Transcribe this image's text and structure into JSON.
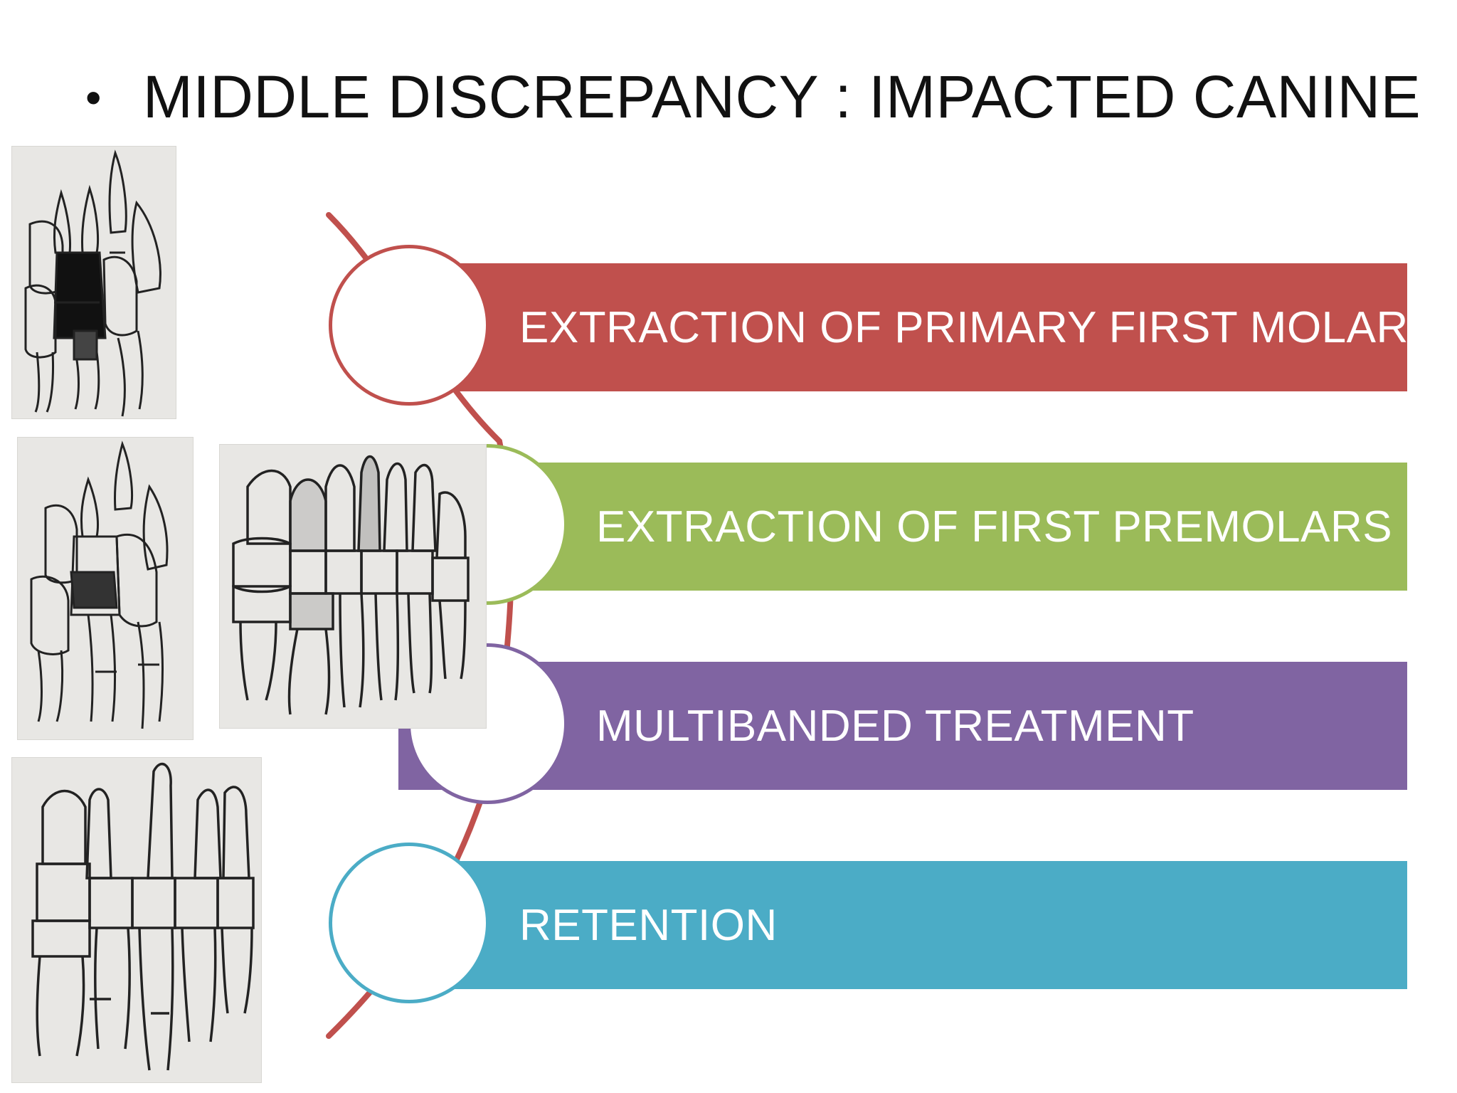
{
  "title": "MIDDLE DISCREPANCY : IMPACTED CANINE",
  "steps": [
    {
      "label": "EXTRACTION OF PRIMARY FIRST MOLARS",
      "color": "#c0504d"
    },
    {
      "label": "EXTRACTION OF FIRST PREMOLARS",
      "color": "#9bbb59"
    },
    {
      "label": "MULTIBANDED TREATMENT",
      "color": "#8064a2"
    },
    {
      "label": "RETENTION",
      "color": "#4bacc6"
    }
  ],
  "connector_color": "#c0504d",
  "images": [
    {
      "name": "tooth-diagram-mixed-dentition-1"
    },
    {
      "name": "tooth-diagram-mixed-dentition-2"
    },
    {
      "name": "tooth-diagram-premolars"
    },
    {
      "name": "tooth-diagram-final-arch"
    }
  ]
}
